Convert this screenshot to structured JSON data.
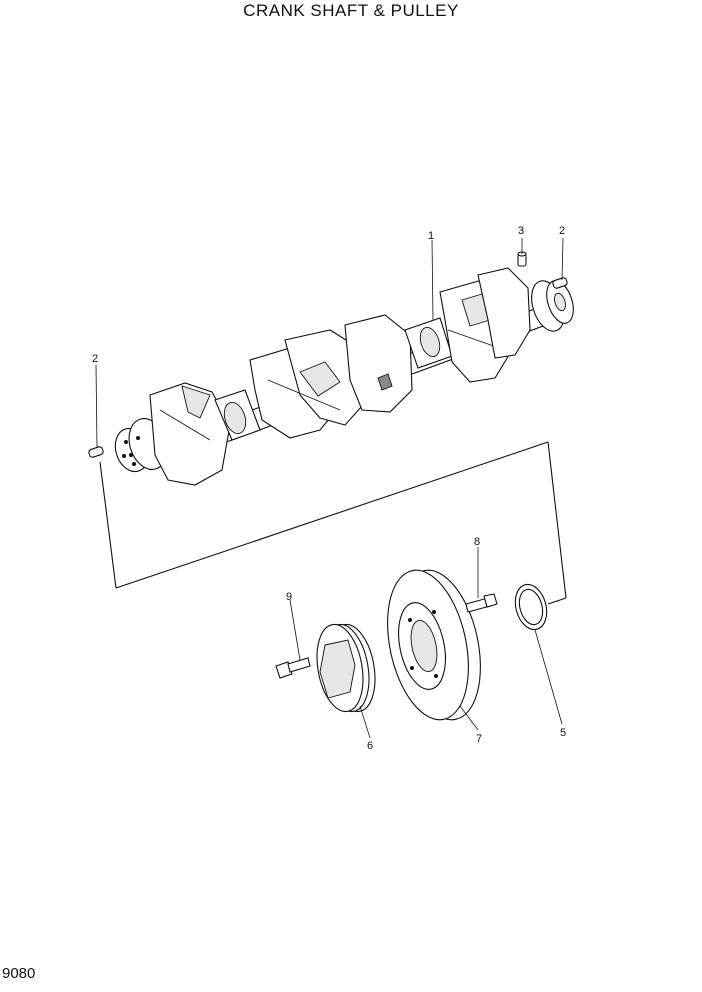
{
  "title": "CRANK SHAFT & PULLEY",
  "page_code": "9080",
  "callouts": {
    "crankshaft": "1",
    "pin_right": "2",
    "pin_top": "3",
    "pin_left": "2",
    "seal_ring": "5",
    "small_pulley": "6",
    "large_pulley": "7",
    "bolt_right": "8",
    "bolt_left": "9"
  }
}
